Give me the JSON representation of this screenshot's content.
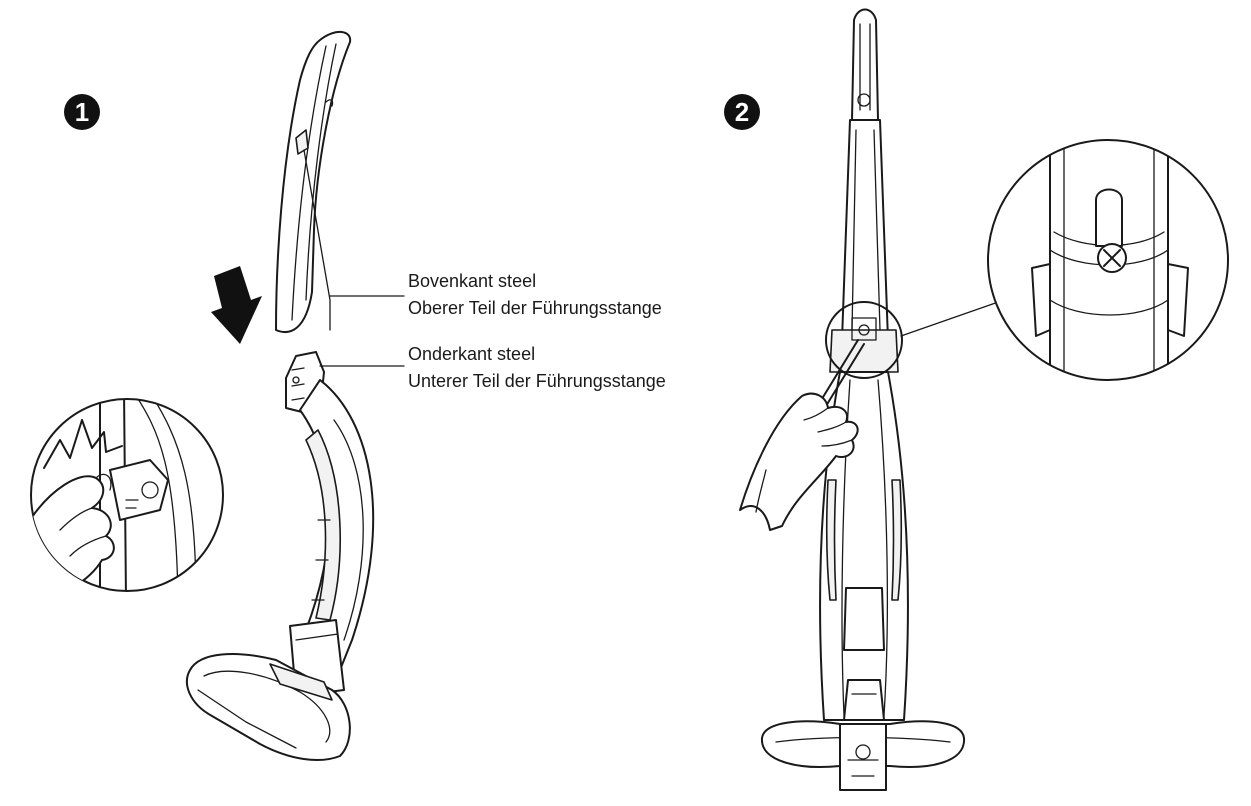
{
  "steps": [
    {
      "number": "1"
    },
    {
      "number": "2"
    }
  ],
  "labels": {
    "upper_nl": "Bovenkant steel",
    "upper_de": "Oberer Teil der Führungsstange",
    "lower_nl": "Onderkant steel",
    "lower_de": "Unterer Teil der Führungsstange"
  },
  "icons": {
    "arrow": "down-arrow-icon",
    "screwdriver": "screwdriver-icon",
    "screw": "phillips-screw-icon",
    "click": "click-burst-icon"
  },
  "colors": {
    "ink": "#1a1a1a",
    "badge": "#111111",
    "background": "#ffffff"
  }
}
